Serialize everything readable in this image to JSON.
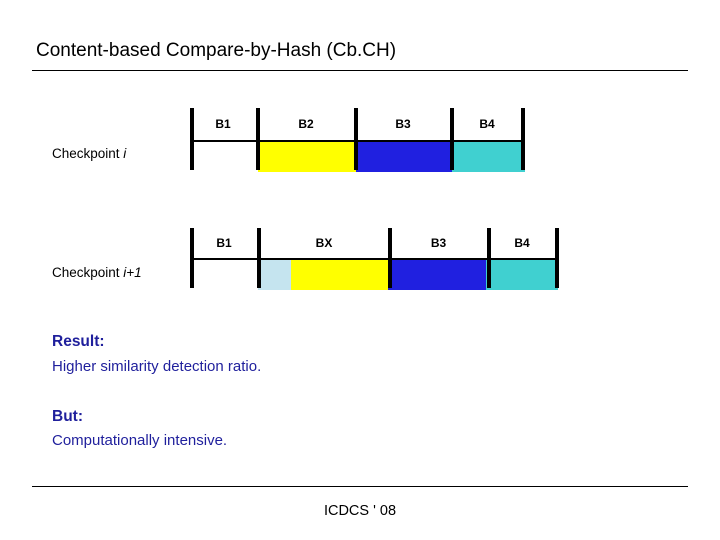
{
  "slide": {
    "title": "Content-based Compare-by-Hash (Cb.CH)",
    "footer": "ICDCS ' 08"
  },
  "rows": [
    {
      "label_prefix": "Checkpoint ",
      "label_italic": "i",
      "blocks": [
        {
          "label": "B1",
          "color": "#ffffff"
        },
        {
          "label": "B2",
          "color": "#ffff00"
        },
        {
          "label": "B3",
          "color": "#2020e0"
        },
        {
          "label": "B4",
          "color": "#40d0d0"
        }
      ]
    },
    {
      "label_prefix": "Checkpoint ",
      "label_italic": "i+1",
      "blocks": [
        {
          "label": "B1",
          "color": "#ffffff"
        },
        {
          "label": "",
          "color": "#c5e4ef"
        },
        {
          "label": "BX",
          "color": "#ffff00"
        },
        {
          "label": "B3",
          "color": "#2020e0"
        },
        {
          "label": "B4",
          "color": "#40d0d0"
        }
      ]
    }
  ],
  "result": {
    "heading1": "Result:",
    "body1": "Higher similarity detection ratio.",
    "heading2": "But:",
    "body2": "Computationally intensive."
  }
}
